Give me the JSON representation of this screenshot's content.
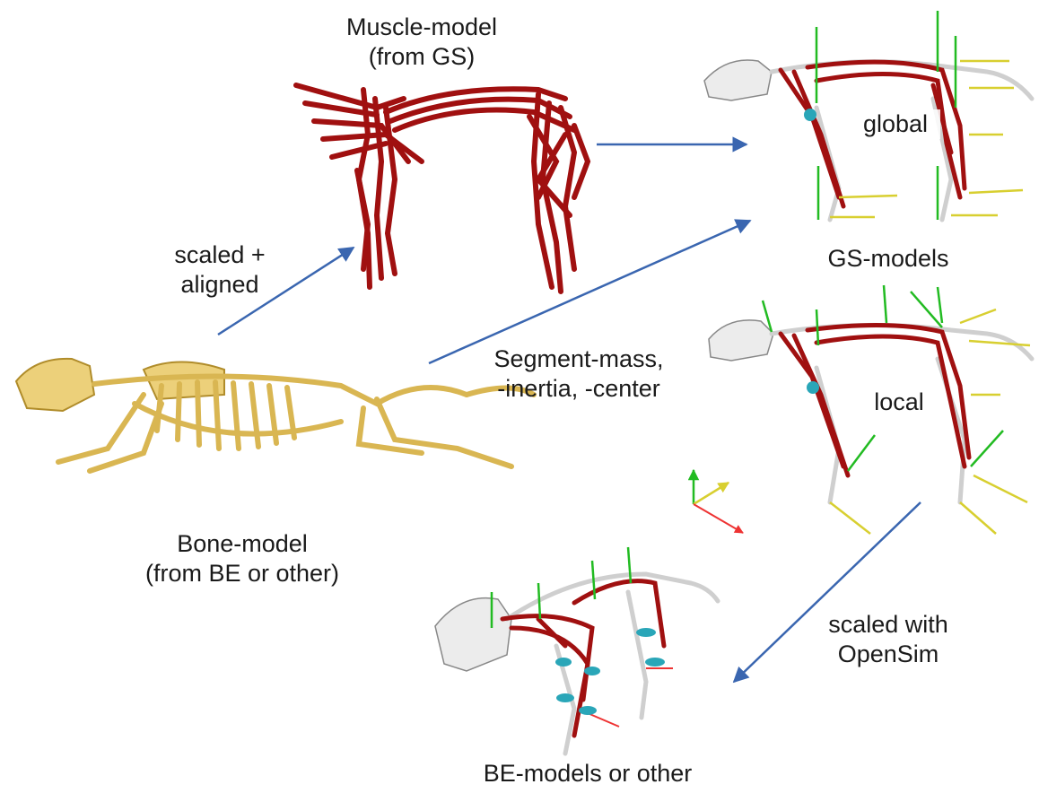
{
  "labels": {
    "muscle_model": [
      "Muscle-model",
      "(from GS)"
    ],
    "scaled_aligned": [
      "scaled +",
      "aligned"
    ],
    "global": "global",
    "gs_models": "GS-models",
    "segment": [
      "Segment-mass,",
      "-inertia, -center"
    ],
    "local": "local",
    "bone_model": [
      "Bone-model",
      "(from BE or other)"
    ],
    "scaled_opensim": [
      "scaled with",
      "OpenSim"
    ],
    "be_models": "BE-models or other"
  },
  "colors": {
    "muscle": "#a01010",
    "bone_yellow": "#ecd07a",
    "arrow": "#3a66b0",
    "axis_green": "#22bb22",
    "axis_yellow": "#d8cf30",
    "axis_red": "#ee3333",
    "marker_cyan": "#2aa6b8"
  },
  "icons": [
    "muscle-model-figure",
    "bone-model-skeleton",
    "gs-model-global",
    "gs-model-local",
    "coordinate-axes-icon",
    "be-model-figure"
  ]
}
